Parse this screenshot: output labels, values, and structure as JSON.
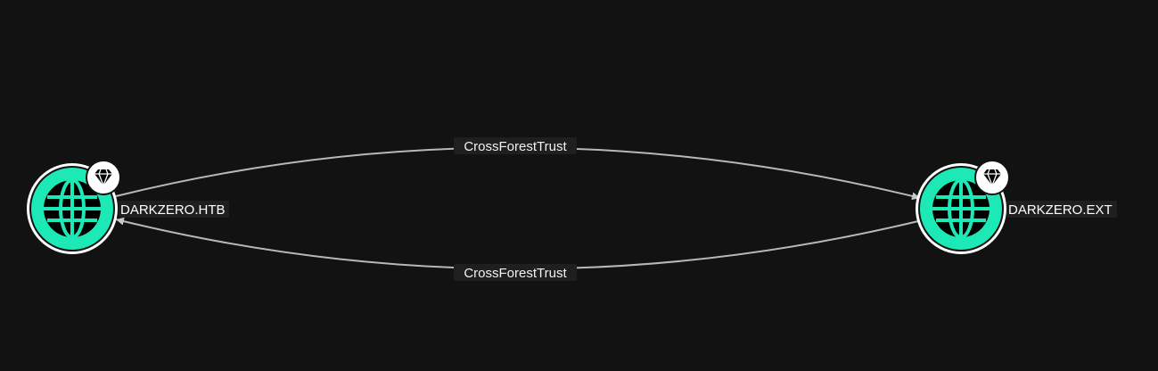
{
  "graph": {
    "nodes": [
      {
        "id": "htb",
        "label": "DARKZERO.HTB",
        "type": "domain",
        "icon": "globe-icon",
        "badge": "gem-icon"
      },
      {
        "id": "ext",
        "label": "DARKZERO.EXT",
        "type": "domain",
        "icon": "globe-icon",
        "badge": "gem-icon"
      }
    ],
    "edges": [
      {
        "from": "htb",
        "to": "ext",
        "label": "CrossForestTrust"
      },
      {
        "from": "ext",
        "to": "htb",
        "label": "CrossForestTrust"
      }
    ]
  },
  "colors": {
    "background": "#121212",
    "node_fill": "#1de9b6",
    "node_ring": "#ffffff",
    "edge": "#b8b8b8",
    "label_text": "#ffffff"
  }
}
